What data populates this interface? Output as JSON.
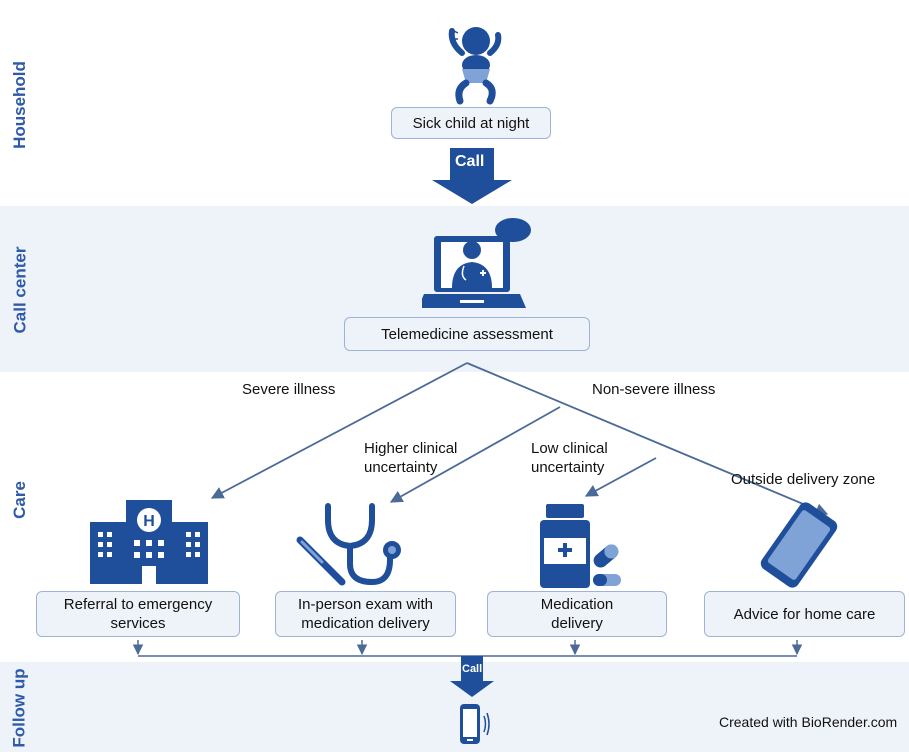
{
  "bands": {
    "household": "Household",
    "call_center": "Call center",
    "care": "Care",
    "follow_up": "Follow up"
  },
  "boxes": {
    "sick_child": "Sick child at night",
    "telemedicine": "Telemedicine assessment",
    "referral_line1": "Referral to emergency",
    "referral_line2": "services",
    "inperson_line1": "In-person exam with",
    "inperson_line2": "medication delivery",
    "medication_line1": "Medication",
    "medication_line2": "delivery",
    "advice": "Advice for home care"
  },
  "arrows": {
    "call_main": "Call",
    "call_followup": "Call"
  },
  "branches": {
    "severe": "Severe illness",
    "non_severe": "Non-severe illness",
    "higher_line1": "Higher clinical",
    "higher_line2": "uncertainty",
    "low_line1": "Low clinical",
    "low_line2": "uncertainty",
    "outside": "Outside delivery zone"
  },
  "credit": "Created with BioRender.com",
  "colors": {
    "primary": "#1f4e9a",
    "label": "#2e5aa8",
    "band": "#eef2f9",
    "box_border": "#9fb3d6",
    "line": "#4a6a97"
  },
  "icons": [
    "baby-icon",
    "moon-icon",
    "laptop-doctor-icon",
    "speech-bubble-icon",
    "hospital-icon",
    "stethoscope-icon",
    "thermometer-icon",
    "medicine-bottle-icon",
    "pill-icon",
    "smartphone-icon",
    "vibrating-phone-icon"
  ]
}
